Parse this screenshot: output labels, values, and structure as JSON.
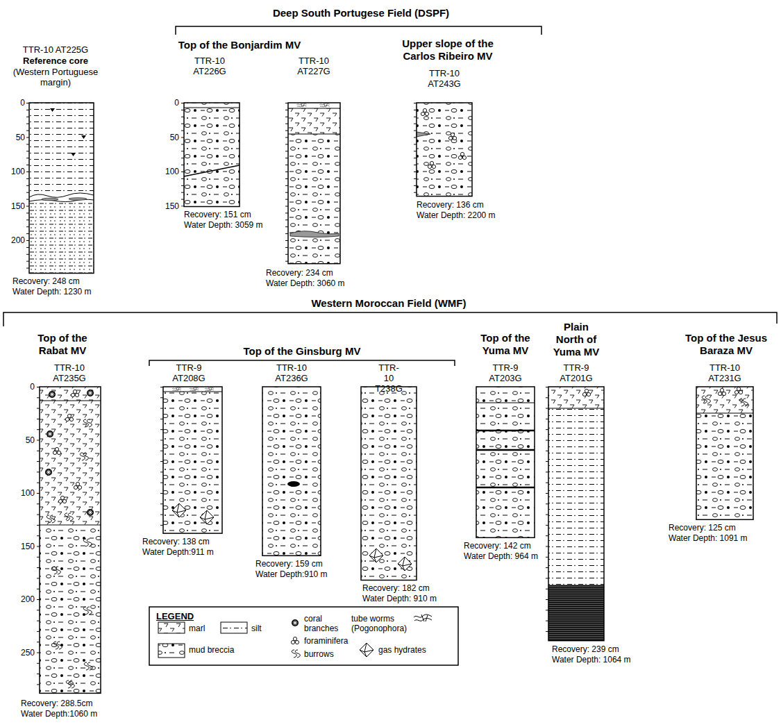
{
  "diagram": {
    "labels": [
      "Deep South Portugese Field (DSPF)",
      "TTR-10 AT225G",
      "Reference core",
      "(Western Portuguese margin)",
      "Top of the Bonjardim MV",
      "TTR-10 AT226G",
      "TTR-10 AT227G",
      "Upper slope of the Carlos Ribeiro MV",
      "TTR-10 AT243G",
      "Recovery: 248 cm",
      "Water Depth: 1230 m",
      "Recovery: 151 cm",
      "Water Depth: 3059 m",
      "Recovery: 234 cm",
      "Water Depth: 3060 m",
      "Recovery: 136 cm",
      "Water Depth: 2200 m",
      "0",
      "50",
      "100",
      "150",
      "200",
      "0",
      "50",
      "100",
      "150",
      "Western Moroccan Field (WMF)",
      "Top of the Rabat MV",
      "TTR-10 AT235G",
      "Top of the Ginsburg MV",
      "TTR-9 AT208G",
      "TTR-10 AT236G",
      "TTR-10 T238G",
      "Top of the Yuma MV",
      "TTR-9 AT203G",
      "Plain North of Yuma MV",
      "TTR-9 AT201G",
      "Top of the Jesus Baraza MV",
      "TTR-10 AT231G",
      "Recovery: 288.5cm",
      "Water Depth:1060 m",
      "Recovery: 138 cm",
      "Water Depth:911 m",
      "Recovery: 159 cm",
      "Water Depth:910 m",
      "Recovery: 182 cm",
      "Water Depth: 910 m",
      "Recovery: 142 cm",
      "Water Depth: 964 m",
      "Recovery: 239 cm",
      "Water Depth: 1064 m",
      "Recovery: 125 cm",
      "Water Depth: 1091 m",
      "0",
      "50",
      "100",
      "150",
      "200",
      "250",
      "LEGEND"
    ],
    "legend": [
      {
        "text": "marl"
      },
      {
        "text": "silt"
      },
      {
        "text": "coral branches"
      },
      {
        "text": "tube worms (Pogonophora)"
      },
      {
        "text": "mud breccia"
      },
      {
        "text": "foraminifera"
      },
      {
        "text": "burrows"
      },
      {
        "text": "gas hydrates"
      }
    ]
  }
}
